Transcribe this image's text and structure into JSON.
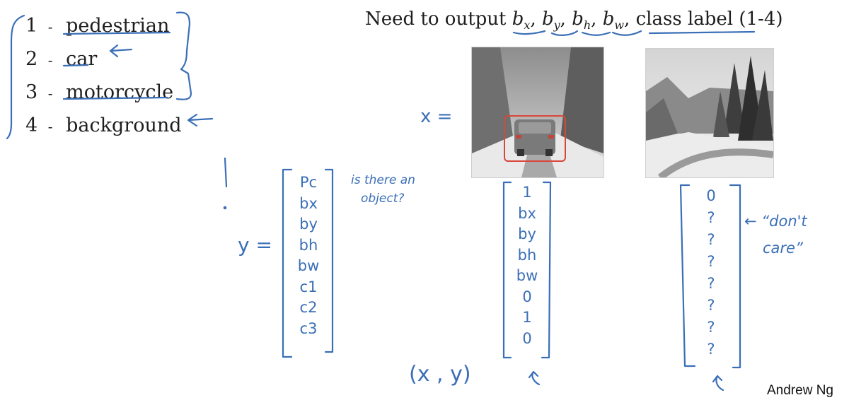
{
  "classes": [
    {
      "num": "1",
      "label": "pedestrian"
    },
    {
      "num": "2",
      "label": "car"
    },
    {
      "num": "3",
      "label": "motorcycle"
    },
    {
      "num": "4",
      "label": "background"
    }
  ],
  "dash": "-",
  "need_output": {
    "prefix": "Need to output ",
    "vars": [
      {
        "base": "b",
        "sub": "x"
      },
      {
        "base": "b",
        "sub": "y"
      },
      {
        "base": "b",
        "sub": "h"
      },
      {
        "base": "b",
        "sub": "w"
      }
    ],
    "comma": ",",
    "class_label": "class label",
    "range": "(1-4)"
  },
  "handwriting": {
    "x_eq": "x =",
    "y_eq": "y =",
    "is_there_an_object": [
      "is there an",
      "object?"
    ],
    "dont_care": [
      "← “don't",
      "care”"
    ],
    "xy_pair": "(x , y)",
    "y_vector": [
      "Pc",
      "bx",
      "by",
      "bh",
      "bw",
      "c1",
      "c2",
      "c3"
    ],
    "car_vector": [
      "1",
      "bx",
      "by",
      "bh",
      "bw",
      "0",
      "1",
      "0"
    ],
    "bg_vector": [
      "0",
      "?",
      "?",
      "?",
      "?",
      "?",
      "?",
      "?"
    ]
  },
  "images": [
    {
      "name": "car-photo",
      "description_icon": "snowy-road-car"
    },
    {
      "name": "background-photo",
      "description_icon": "snowy-road-trees"
    }
  ],
  "colors": {
    "ink": "#3a6fb7",
    "bbox": "#d9463a",
    "text": "#1e1e1e"
  },
  "footer": {
    "author": "Andrew Ng"
  }
}
